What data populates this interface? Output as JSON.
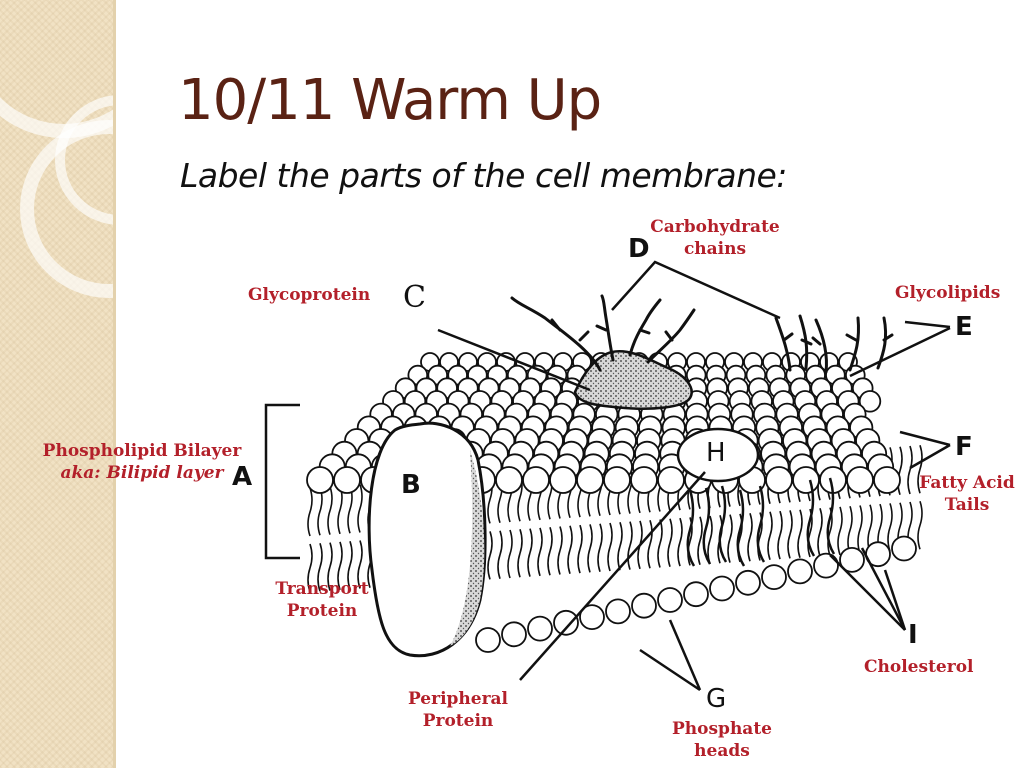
{
  "slide": {
    "title": "10/11 Warm Up",
    "subtitle": "Label the parts of the cell membrane:"
  },
  "labels": {
    "carbohydrate": [
      "Carbohydrate",
      "chains"
    ],
    "glycoprotein": "Glycoprotein",
    "glycolipids": "Glycolipids",
    "bilayer": [
      "Phospholipid Bilayer",
      "aka: Bilipid layer"
    ],
    "fatty_acid": [
      "Fatty Acid",
      "Tails"
    ],
    "transport": [
      "Transport",
      "Protein"
    ],
    "peripheral": [
      "Peripheral",
      "Protein"
    ],
    "phosphate": [
      "Phosphate",
      "heads"
    ],
    "cholesterol": "Cholesterol"
  },
  "letters": {
    "a": "A",
    "b": "B",
    "c": "C",
    "d": "D",
    "e": "E",
    "f": "F",
    "g": "G",
    "h": "H",
    "i": "I"
  },
  "colors": {
    "title": "#5a2214",
    "label": "#b3202a",
    "sidebar": "#f1e2c4"
  }
}
